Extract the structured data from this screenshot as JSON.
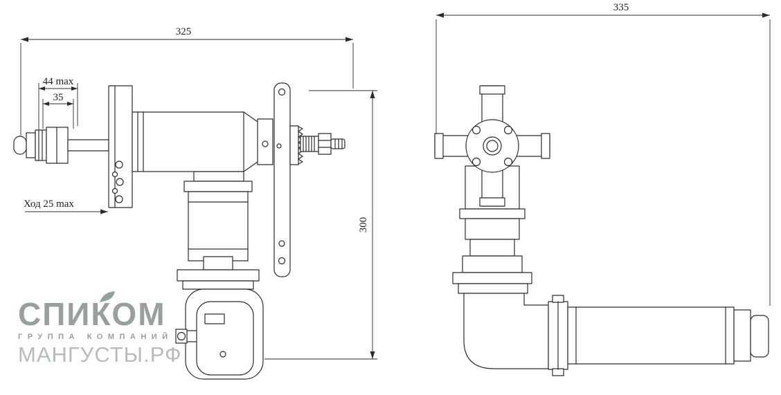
{
  "dimensions": {
    "overall_width_side": "325",
    "overall_height": "300",
    "chuck_max": "44 max",
    "chuck": "35",
    "travel": "Ход 25 max",
    "overall_width_front": "335"
  },
  "watermark": {
    "brand": "СПИКОМ",
    "subtitle": "ГРУППА КОМПАНИЙ",
    "site": "МАНГУСТЫ.РФ"
  },
  "colors": {
    "line": "#2b2b2b",
    "dimension_text": "#1e1e1e",
    "watermark_text": "#97a09e",
    "watermark_site": "#b6bcbb"
  }
}
